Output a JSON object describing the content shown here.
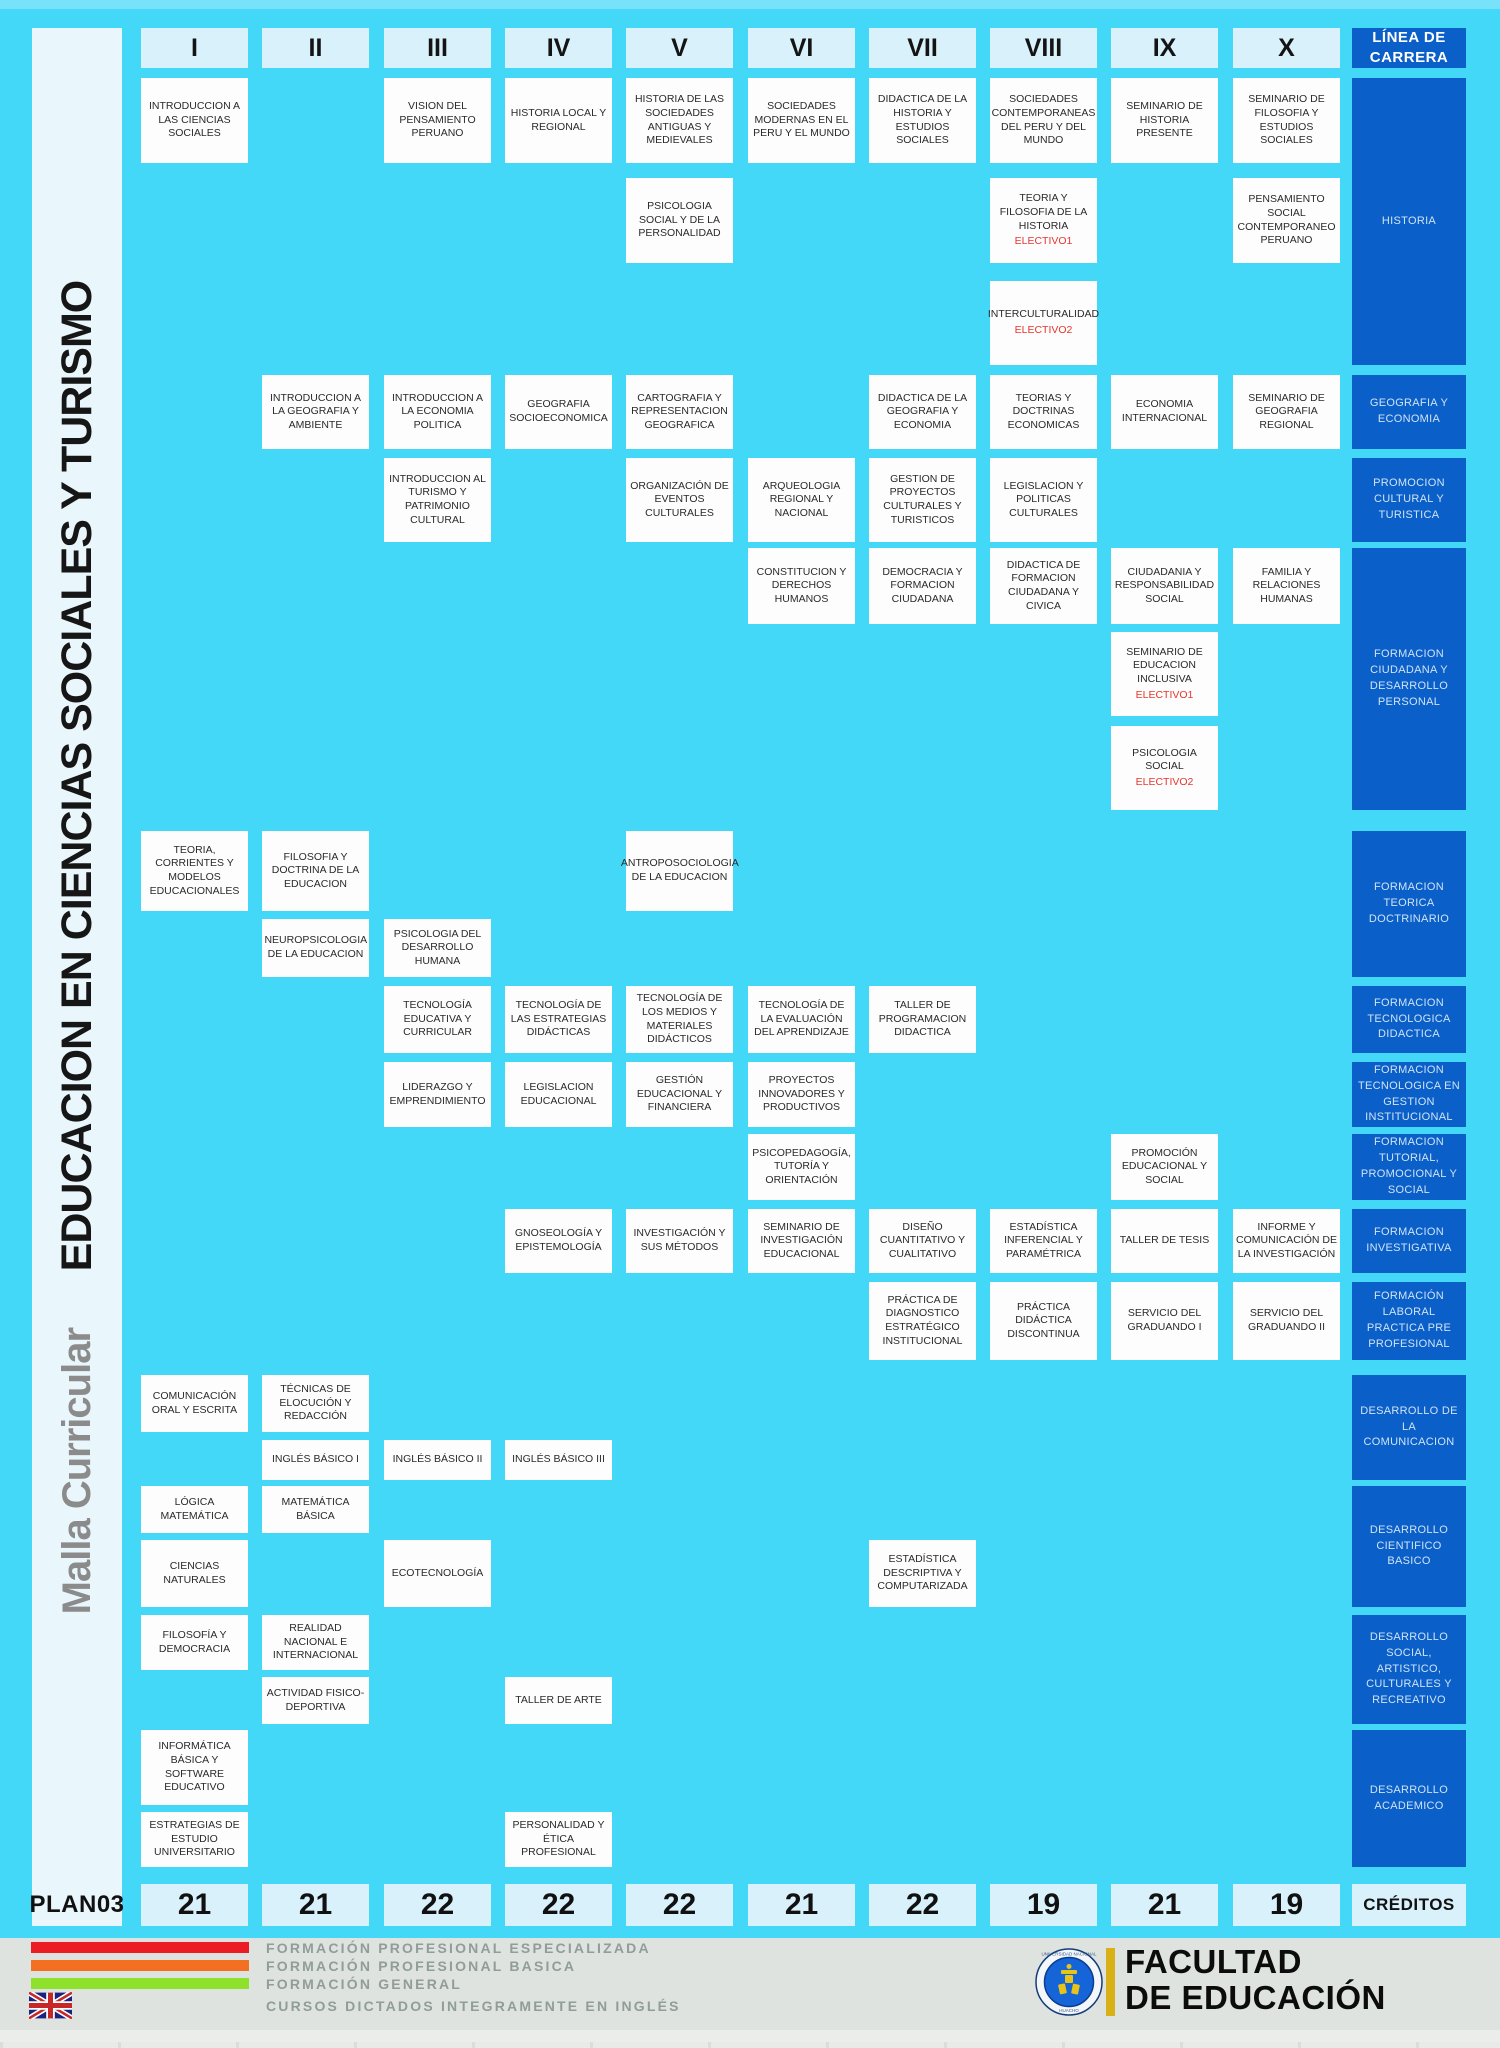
{
  "sidebar": {
    "subtitle": "Malla Curricular",
    "title": "EDUCACION EN CIENCIAS SOCIALES Y TURISMO",
    "plan_label": "PLAN03"
  },
  "header": {
    "semesters": [
      "I",
      "II",
      "III",
      "IV",
      "V",
      "VI",
      "VII",
      "VIII",
      "IX",
      "X"
    ],
    "career_line_1": "LÍNEA DE",
    "career_line_2": "CARRERA"
  },
  "credits": {
    "label": "CRÉDITOS",
    "values": [
      21,
      21,
      22,
      22,
      22,
      21,
      22,
      19,
      21,
      19
    ]
  },
  "categories": [
    {
      "name": "HISTORIA",
      "rows": [
        1,
        3
      ]
    },
    {
      "name": "GEOGRAFIA Y ECONOMIA",
      "rows": [
        4,
        4
      ]
    },
    {
      "name": "PROMOCION CULTURAL Y TURISTICA",
      "rows": [
        5,
        5
      ]
    },
    {
      "name": "FORMACION CIUDADANA Y DESARROLLO PERSONAL",
      "rows": [
        6,
        8
      ]
    },
    {
      "name": "FORMACION TEORICA DOCTRINARIO",
      "rows": [
        9,
        10
      ]
    },
    {
      "name": "FORMACION TECNOLOGICA DIDACTICA",
      "rows": [
        11,
        11
      ]
    },
    {
      "name": "FORMACION TECNOLOGICA EN GESTION INSTITUCIONAL",
      "rows": [
        12,
        12
      ]
    },
    {
      "name": "FORMACION TUTORIAL, PROMOCIONAL Y SOCIAL",
      "rows": [
        13,
        13
      ]
    },
    {
      "name": "FORMACION INVESTIGATIVA",
      "rows": [
        14,
        14
      ]
    },
    {
      "name": "FORMACIÓN LABORAL PRACTICA PRE PROFESIONAL",
      "rows": [
        15,
        15
      ]
    },
    {
      "name": "DESARROLLO DE LA COMUNICACION",
      "rows": [
        16,
        17
      ]
    },
    {
      "name": "DESARROLLO CIENTIFICO BASICO",
      "rows": [
        18,
        19
      ]
    },
    {
      "name": "DESARROLLO SOCIAL, ARTISTICO, CULTURALES Y RECREATIVO",
      "rows": [
        20,
        21
      ]
    },
    {
      "name": "DESARROLLO ACADEMICO",
      "rows": [
        22,
        23
      ]
    }
  ],
  "courses": [
    {
      "col": 1,
      "row": 1,
      "title": "INTRODUCCION A LAS CIENCIAS SOCIALES"
    },
    {
      "col": 3,
      "row": 1,
      "title": "VISION DEL PENSAMIENTO PERUANO"
    },
    {
      "col": 4,
      "row": 1,
      "title": "HISTORIA LOCAL Y REGIONAL"
    },
    {
      "col": 5,
      "row": 1,
      "title": "HISTORIA DE LAS SOCIEDADES ANTIGUAS Y MEDIEVALES"
    },
    {
      "col": 6,
      "row": 1,
      "title": "SOCIEDADES MODERNAS EN EL PERU Y EL MUNDO"
    },
    {
      "col": 7,
      "row": 1,
      "title": "DIDACTICA DE LA HISTORIA Y ESTUDIOS SOCIALES"
    },
    {
      "col": 8,
      "row": 1,
      "title": "SOCIEDADES CONTEMPORANEAS DEL PERU Y DEL MUNDO"
    },
    {
      "col": 9,
      "row": 1,
      "title": "SEMINARIO DE HISTORIA PRESENTE"
    },
    {
      "col": 10,
      "row": 1,
      "title": "SEMINARIO DE FILOSOFIA Y ESTUDIOS SOCIALES"
    },
    {
      "col": 5,
      "row": 2,
      "title": "PSICOLOGIA SOCIAL Y DE LA PERSONALIDAD"
    },
    {
      "col": 8,
      "row": 2,
      "title": "TEORIA Y FILOSOFIA DE LA HISTORIA",
      "elective": "ELECTIVO1"
    },
    {
      "col": 10,
      "row": 2,
      "title": "PENSAMIENTO SOCIAL CONTEMPORANEO PERUANO"
    },
    {
      "col": 8,
      "row": 3,
      "title": "INTERCULTURALIDAD",
      "elective": "ELECTIVO2"
    },
    {
      "col": 2,
      "row": 4,
      "title": "INTRODUCCION A LA GEOGRAFIA Y AMBIENTE"
    },
    {
      "col": 3,
      "row": 4,
      "title": "INTRODUCCION A LA ECONOMIA POLITICA"
    },
    {
      "col": 4,
      "row": 4,
      "title": "GEOGRAFIA SOCIOECONOMICA"
    },
    {
      "col": 5,
      "row": 4,
      "title": "CARTOGRAFIA Y REPRESENTACION GEOGRAFICA"
    },
    {
      "col": 7,
      "row": 4,
      "title": "DIDACTICA DE LA GEOGRAFIA Y ECONOMIA"
    },
    {
      "col": 8,
      "row": 4,
      "title": "TEORIAS Y DOCTRINAS ECONOMICAS"
    },
    {
      "col": 9,
      "row": 4,
      "title": "ECONOMIA INTERNACIONAL"
    },
    {
      "col": 10,
      "row": 4,
      "title": "SEMINARIO DE GEOGRAFIA REGIONAL"
    },
    {
      "col": 3,
      "row": 5,
      "title": "INTRODUCCION AL TURISMO Y PATRIMONIO CULTURAL"
    },
    {
      "col": 5,
      "row": 5,
      "title": "ORGANIZACIÓN DE EVENTOS CULTURALES"
    },
    {
      "col": 6,
      "row": 5,
      "title": "ARQUEOLOGIA REGIONAL Y NACIONAL"
    },
    {
      "col": 7,
      "row": 5,
      "title": "GESTION DE PROYECTOS CULTURALES Y TURISTICOS"
    },
    {
      "col": 8,
      "row": 5,
      "title": "LEGISLACION Y POLITICAS CULTURALES"
    },
    {
      "col": 6,
      "row": 6,
      "title": "CONSTITUCION Y DERECHOS HUMANOS"
    },
    {
      "col": 7,
      "row": 6,
      "title": "DEMOCRACIA Y FORMACION CIUDADANA"
    },
    {
      "col": 8,
      "row": 6,
      "title": "DIDACTICA DE FORMACION CIUDADANA Y CIVICA"
    },
    {
      "col": 9,
      "row": 6,
      "title": "CIUDADANIA Y RESPONSABILIDAD SOCIAL"
    },
    {
      "col": 10,
      "row": 6,
      "title": "FAMILIA Y RELACIONES HUMANAS"
    },
    {
      "col": 9,
      "row": 7,
      "title": "SEMINARIO DE EDUCACION INCLUSIVA",
      "elective": "ELECTIVO1"
    },
    {
      "col": 9,
      "row": 8,
      "title": "PSICOLOGIA SOCIAL",
      "elective": "ELECTIVO2"
    },
    {
      "col": 1,
      "row": 9,
      "title": "TEORIA, CORRIENTES Y MODELOS EDUCACIONALES"
    },
    {
      "col": 2,
      "row": 9,
      "title": "FILOSOFIA Y DOCTRINA DE LA EDUCACION"
    },
    {
      "col": 5,
      "row": 9,
      "title": "ANTROPOSOCIOLOGIA DE LA EDUCACION"
    },
    {
      "col": 2,
      "row": 10,
      "title": "NEUROPSICOLOGIA DE LA EDUCACION"
    },
    {
      "col": 3,
      "row": 10,
      "title": "PSICOLOGIA DEL DESARROLLO HUMANA"
    },
    {
      "col": 3,
      "row": 11,
      "title": "TECNOLOGÍA EDUCATIVA Y CURRICULAR"
    },
    {
      "col": 4,
      "row": 11,
      "title": "TECNOLOGÍA DE LAS ESTRATEGIAS DIDÁCTICAS"
    },
    {
      "col": 5,
      "row": 11,
      "title": "TECNOLOGÍA DE LOS MEDIOS Y MATERIALES DIDÁCTICOS"
    },
    {
      "col": 6,
      "row": 11,
      "title": "TECNOLOGÍA DE LA EVALUACIÓN DEL APRENDIZAJE"
    },
    {
      "col": 7,
      "row": 11,
      "title": "TALLER DE PROGRAMACION DIDACTICA"
    },
    {
      "col": 3,
      "row": 12,
      "title": "LIDERAZGO Y EMPRENDIMIENTO"
    },
    {
      "col": 4,
      "row": 12,
      "title": "LEGISLACION EDUCACIONAL"
    },
    {
      "col": 5,
      "row": 12,
      "title": "GESTIÓN EDUCACIONAL Y FINANCIERA"
    },
    {
      "col": 6,
      "row": 12,
      "title": "PROYECTOS INNOVADORES Y PRODUCTIVOS"
    },
    {
      "col": 6,
      "row": 13,
      "title": "PSICOPEDAGOGÍA, TUTORÍA Y ORIENTACIÓN"
    },
    {
      "col": 9,
      "row": 13,
      "title": "PROMOCIÓN EDUCACIONAL Y SOCIAL"
    },
    {
      "col": 4,
      "row": 14,
      "title": "GNOSEOLOGÍA Y EPISTEMOLOGÍA"
    },
    {
      "col": 5,
      "row": 14,
      "title": "INVESTIGACIÓN Y SUS MÉTODOS"
    },
    {
      "col": 6,
      "row": 14,
      "title": "SEMINARIO DE INVESTIGACIÓN EDUCACIONAL"
    },
    {
      "col": 7,
      "row": 14,
      "title": "DISEÑO CUANTITATIVO Y CUALITATIVO"
    },
    {
      "col": 8,
      "row": 14,
      "title": "ESTADÍSTICA INFERENCIAL Y PARAMÉTRICA"
    },
    {
      "col": 9,
      "row": 14,
      "title": "TALLER DE TESIS"
    },
    {
      "col": 10,
      "row": 14,
      "title": "INFORME Y COMUNICACIÓN DE LA INVESTIGACIÓN"
    },
    {
      "col": 7,
      "row": 15,
      "title": "PRÁCTICA DE DIAGNOSTICO ESTRATÉGICO INSTITUCIONAL"
    },
    {
      "col": 8,
      "row": 15,
      "title": "PRÁCTICA DIDÁCTICA DISCONTINUA"
    },
    {
      "col": 9,
      "row": 15,
      "title": "SERVICIO DEL GRADUANDO I"
    },
    {
      "col": 10,
      "row": 15,
      "title": "SERVICIO DEL GRADUANDO II"
    },
    {
      "col": 1,
      "row": 16,
      "title": "COMUNICACIÓN ORAL Y ESCRITA"
    },
    {
      "col": 2,
      "row": 16,
      "title": "TÉCNICAS DE ELOCUCIÓN Y REDACCIÓN"
    },
    {
      "col": 2,
      "row": 17,
      "title": "INGLÉS BÁSICO I"
    },
    {
      "col": 3,
      "row": 17,
      "title": "INGLÉS BÁSICO II"
    },
    {
      "col": 4,
      "row": 17,
      "title": "INGLÉS BÁSICO III"
    },
    {
      "col": 1,
      "row": 18,
      "title": "LÓGICA MATEMÁTICA"
    },
    {
      "col": 2,
      "row": 18,
      "title": "MATEMÁTICA BÁSICA"
    },
    {
      "col": 1,
      "row": 19,
      "title": "CIENCIAS NATURALES"
    },
    {
      "col": 3,
      "row": 19,
      "title": "ECOTECNOLOGÍA"
    },
    {
      "col": 7,
      "row": 19,
      "title": "ESTADÍSTICA DESCRIPTIVA Y COMPUTARIZADA"
    },
    {
      "col": 1,
      "row": 20,
      "title": "FILOSOFÍA Y DEMOCRACIA"
    },
    {
      "col": 2,
      "row": 20,
      "title": "REALIDAD NACIONAL E INTERNACIONAL"
    },
    {
      "col": 2,
      "row": 21,
      "title": "ACTIVIDAD FISICO-DEPORTIVA"
    },
    {
      "col": 4,
      "row": 21,
      "title": "TALLER DE ARTE"
    },
    {
      "col": 1,
      "row": 22,
      "title": "INFORMÁTICA BÁSICA Y SOFTWARE EDUCATIVO"
    },
    {
      "col": 1,
      "row": 23,
      "title": "ESTRATEGIAS DE ESTUDIO UNIVERSITARIO"
    },
    {
      "col": 4,
      "row": 23,
      "title": "PERSONALIDAD Y ÉTICA PROFESIONAL"
    }
  ],
  "legend": [
    {
      "color": "#EC1C24",
      "label": "FORMACIÓN PROFESIONAL ESPECIALIZADA"
    },
    {
      "color": "#F36F21",
      "label": "FORMACIÓN PROFESIONAL BASICA"
    },
    {
      "color": "#8FE22B",
      "label": "FORMACIÓN GENERAL"
    },
    {
      "color": "uk-flag",
      "label": "CURSOS DICTADOS INTEGRAMENTE EN INGLÉS"
    }
  ],
  "footer": {
    "faculty_line1": "FACULTAD",
    "faculty_line2": "DE EDUCACIÓN"
  },
  "colors": {
    "background_cyan": "#43D7F8",
    "pale_cell": "#D9F1FB",
    "category_blue": "#0B5FC8",
    "card_white": "#FDFDFE",
    "elective_red": "#E8352D",
    "footer_gray": "#DFE3E0",
    "brand_gold": "#D9B117"
  }
}
